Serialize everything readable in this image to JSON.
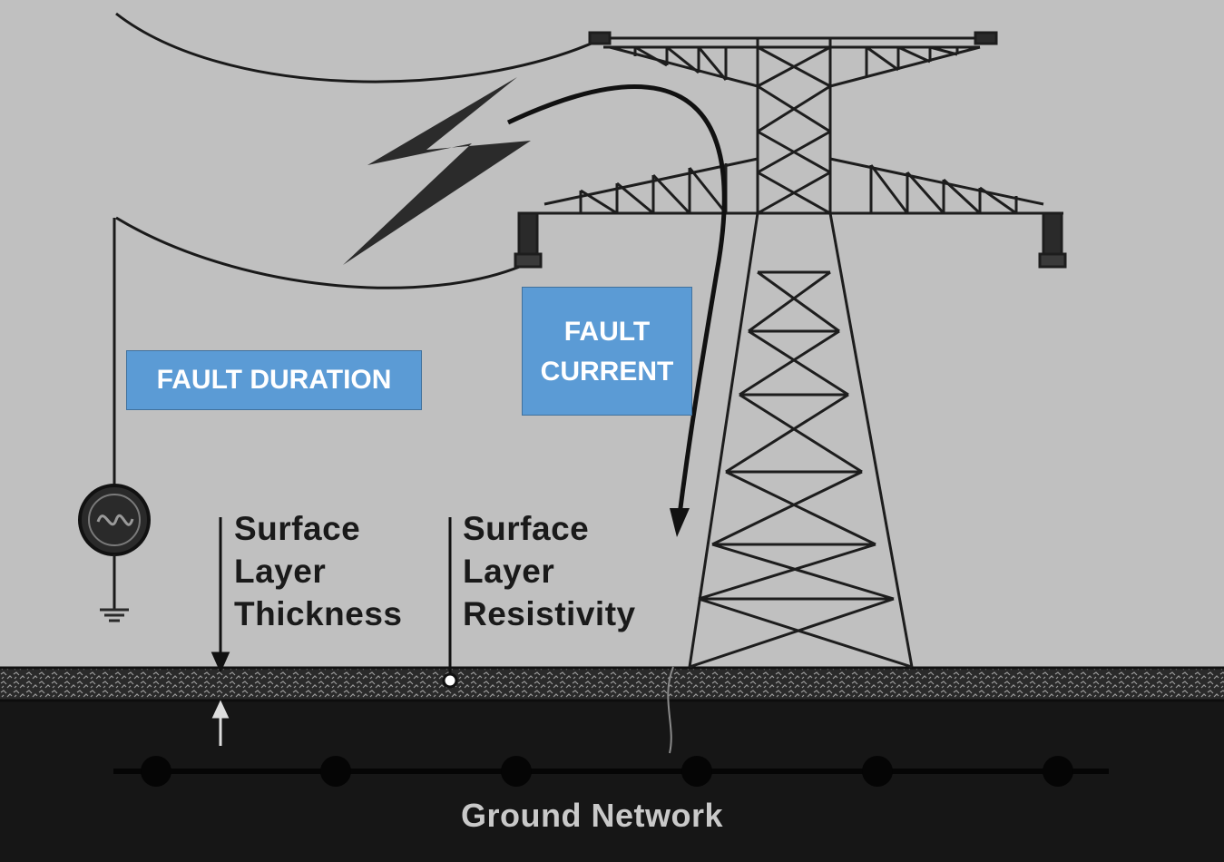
{
  "diagram": {
    "fault_duration_label": "FAULT DURATION",
    "fault_current_label": [
      "FAULT",
      "CURRENT"
    ],
    "surface_layer_thickness_label": [
      "Surface",
      "Layer",
      "Thickness"
    ],
    "surface_layer_resistivity_label": [
      "Surface",
      "Layer",
      "Resistivity"
    ],
    "ground_network_label": "Ground Network"
  },
  "colors": {
    "label_box": "#5b9bd5",
    "background": "#c0c0c0",
    "ground": "#1a1a1a"
  }
}
